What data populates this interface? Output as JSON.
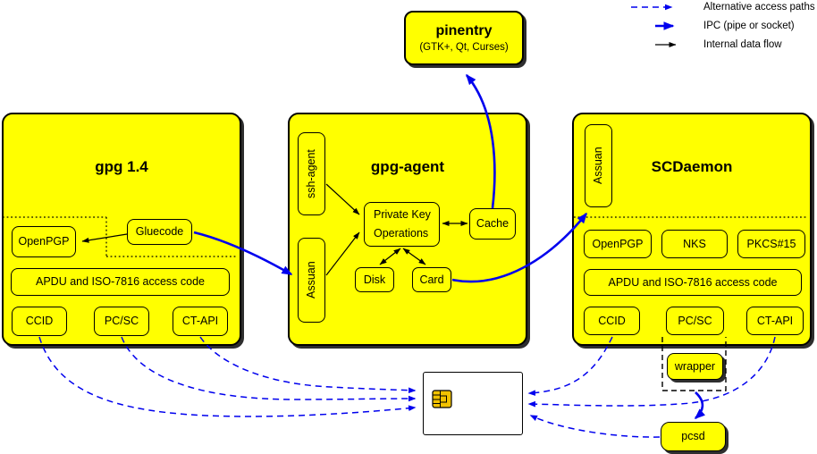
{
  "legend": {
    "items": [
      {
        "label": "Alternative access paths",
        "style": "blue-dashed-arrow"
      },
      {
        "label": "IPC (pipe or socket)",
        "style": "blue-solid-arrow"
      },
      {
        "label": "Internal data flow",
        "style": "black-solid-arrow"
      }
    ]
  },
  "pinentry": {
    "title": "pinentry",
    "subtitle": "(GTK+, Qt, Curses)"
  },
  "gpg14": {
    "title": "gpg 1.4",
    "openpgp": "OpenPGP",
    "gluecode": "Gluecode",
    "apdu": "APDU and ISO-7816 access code",
    "ccid": "CCID",
    "pcsc": "PC/SC",
    "ctapi": "CT-API"
  },
  "gpg_agent": {
    "title": "gpg-agent",
    "ssh_agent": "ssh-agent",
    "assuan": "Assuan",
    "private_key_ops_line1": "Private Key",
    "private_key_ops_line2": "Operations",
    "cache": "Cache",
    "disk": "Disk",
    "card": "Card"
  },
  "scdaemon": {
    "title": "SCDaemon",
    "assuan": "Assuan",
    "openpgp": "OpenPGP",
    "nks": "NKS",
    "pkcs15": "PKCS#15",
    "apdu": "APDU and ISO-7816 access code",
    "ccid": "CCID",
    "pcsc": "PC/SC",
    "ctapi": "CT-API"
  },
  "wrapper": {
    "label": "wrapper"
  },
  "pcsd": {
    "label": "pcsd"
  },
  "icons": {
    "smartcard_chip": "smartcard-chip-icon"
  },
  "colors": {
    "node_fill": "#ffff00",
    "ipc_blue": "#0000ee",
    "internal_black": "#000000",
    "chip_gold": "#f2c200",
    "card_fill": "#ffffff",
    "shadow": "#2e2e2e"
  }
}
